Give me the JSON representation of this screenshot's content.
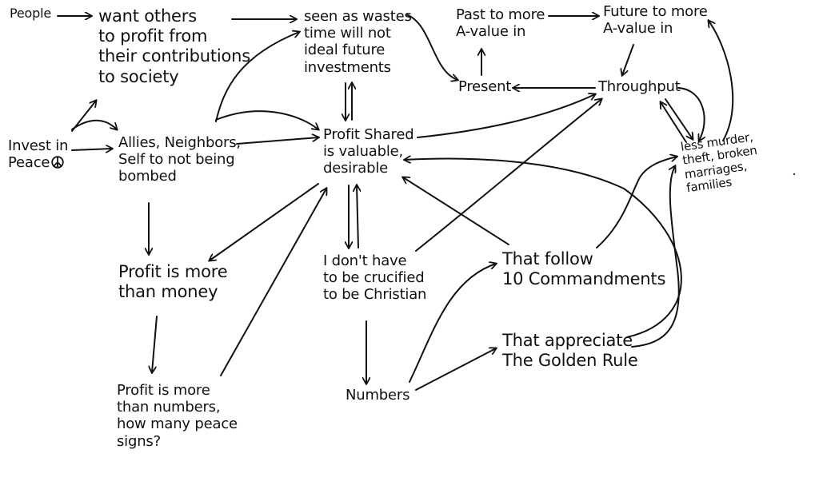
{
  "nodes": {
    "people": "People",
    "want": "want others\nto profit from\ntheir contributions\nto society",
    "seen": "seen as wastes\ntime will not\nideal future\ninvestments",
    "past": "Past to more\nA-value in",
    "future": "Future to more\nA-value in",
    "present": "Present",
    "throughput": "Throughput",
    "invest": "Invest in\nPeace",
    "allies": "Allies, Neighbors,\nSelf to not being\nbombed",
    "shared": "Profit Shared\nis valuable,\ndesirable",
    "less": "less murder,\ntheft, broken\nmarriages,\nfamilies",
    "money": "Profit is more\nthan money",
    "crucified": "I don't have\nto be crucified\nto be Christian",
    "commandments": "That follow\n10 Commandments",
    "golden": "That appreciate\nThe Golden Rule",
    "numbers": "Numbers",
    "peace": "Profit is more\nthan numbers,\nhow many peace\nsigns?"
  },
  "icons": {
    "peace": "peace-sign-icon"
  },
  "colors": {
    "ink": "#111111",
    "background": "#ffffff"
  }
}
